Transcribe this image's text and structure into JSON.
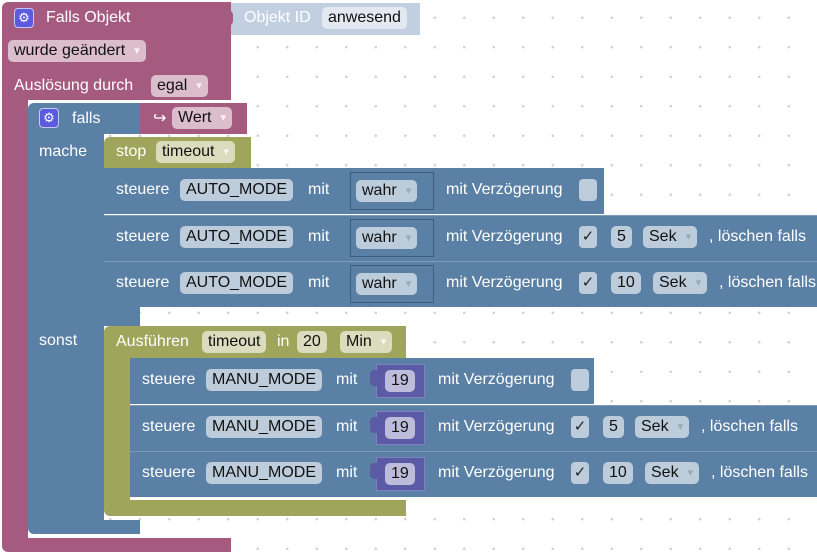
{
  "trigger": {
    "title": "Falls Objekt",
    "object_id_label": "Objekt ID",
    "object_id_value": "anwesend",
    "condition": "wurde geändert",
    "trigger_label": "Auslösung durch",
    "trigger_value": "egal"
  },
  "if_block": {
    "if_label": "falls",
    "value_arrow": "↪",
    "value_label": "Wert",
    "then_label": "mache",
    "else_label": "sonst"
  },
  "stop_block": {
    "label": "stop",
    "timer": "timeout"
  },
  "then_rows": [
    {
      "prefix": "steuere",
      "object": "AUTO_MODE",
      "with": "mit",
      "value": "wahr",
      "delay_label": "mit Verzögerung",
      "delay_checked": false
    },
    {
      "prefix": "steuere",
      "object": "AUTO_MODE",
      "with": "mit",
      "value": "wahr",
      "delay_label": "mit Verzögerung",
      "delay_checked": true,
      "check": "✓",
      "delay": "5",
      "unit": "Sek",
      "clear_label": ", löschen falls"
    },
    {
      "prefix": "steuere",
      "object": "AUTO_MODE",
      "with": "mit",
      "value": "wahr",
      "delay_label": "mit Verzögerung",
      "delay_checked": true,
      "check": "✓",
      "delay": "10",
      "unit": "Sek",
      "clear_label": ", löschen falls"
    }
  ],
  "timeout_block": {
    "label": "Ausführen",
    "timer": "timeout",
    "in_label": "in",
    "duration": "20",
    "unit": "Min"
  },
  "else_rows": [
    {
      "prefix": "steuere",
      "object": "MANU_MODE",
      "with": "mit",
      "value": "19",
      "delay_label": "mit Verzögerung",
      "delay_checked": false
    },
    {
      "prefix": "steuere",
      "object": "MANU_MODE",
      "with": "mit",
      "value": "19",
      "delay_label": "mit Verzögerung",
      "delay_checked": true,
      "check": "✓",
      "delay": "5",
      "unit": "Sek",
      "clear_label": ", löschen falls"
    },
    {
      "prefix": "steuere",
      "object": "MANU_MODE",
      "with": "mit",
      "value": "19",
      "delay_label": "mit Verzögerung",
      "delay_checked": true,
      "check": "✓",
      "delay": "10",
      "unit": "Sek",
      "clear_label": ", löschen falls"
    }
  ],
  "colors": {
    "event_block": "#a55b80",
    "logic_block": "#5b80a5",
    "timer_block": "#9fa55b",
    "number_block": "#5b5ba5",
    "object_id_block": "#c1cfe0"
  }
}
